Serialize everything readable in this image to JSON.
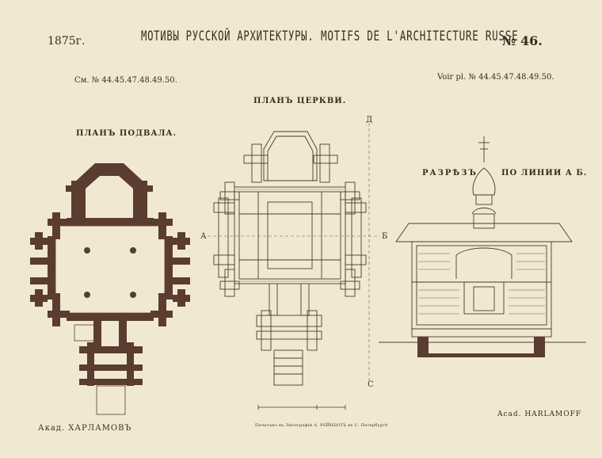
{
  "header": {
    "year": "1875г.",
    "title_ru": "МОТИВЫ РУССКОЙ АРХИТЕКТУРЫ.",
    "title_fr": "MOTIFS DE L'ARCHITECTURE RUSSE",
    "plate_number": "№ 46."
  },
  "references": {
    "left": "См. № 44.45.47.48.49.50.",
    "right": "Voir pl. № 44.45.47.48.49.50."
  },
  "labels": {
    "church_plan": "ПЛАНЪ ЦЕРКВИ.",
    "basement_plan": "ПЛАНЪ ПОДВАЛА.",
    "section": "РАЗРѢЗЪ",
    "section_line": "ПО ЛИНИИ А Б."
  },
  "axis_marks": {
    "top": "Д",
    "bottom": "С",
    "left": "А",
    "right": "Б"
  },
  "footer": {
    "author_left": "Акад. ХАРЛАМОВЪ",
    "author_right": "Acad. HARLAMOFF",
    "printer": "Печатано въ Литографіи А. РЕЙНБОТЪ въ С. Петербургѣ"
  },
  "colors": {
    "paper": "#f1e8d2",
    "ink": "#3b2b1f",
    "basement_fill": "#5a3d30"
  }
}
